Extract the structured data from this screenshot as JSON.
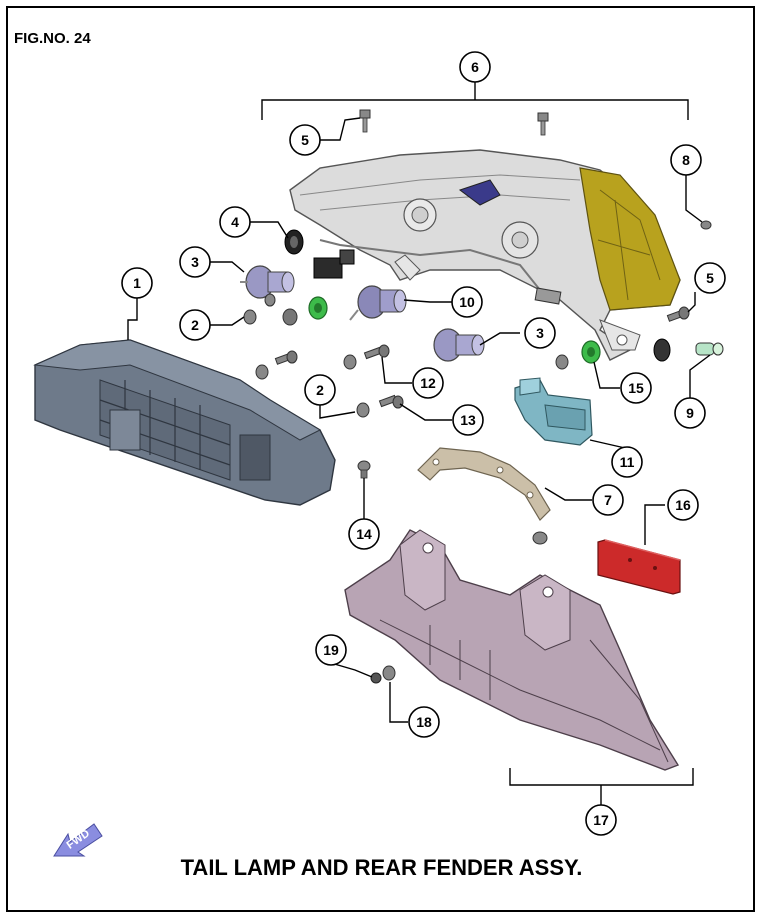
{
  "figure": {
    "fig_no": "FIG.NO. 24",
    "title": "TAIL LAMP AND REAR FENDER ASSY.",
    "fwd_label": "FWD"
  },
  "callouts": [
    {
      "id": "c6",
      "label": "6"
    },
    {
      "id": "c5a",
      "label": "5"
    },
    {
      "id": "c8",
      "label": "8"
    },
    {
      "id": "c4",
      "label": "4"
    },
    {
      "id": "c3a",
      "label": "3"
    },
    {
      "id": "c1",
      "label": "1"
    },
    {
      "id": "c2a",
      "label": "2"
    },
    {
      "id": "c10",
      "label": "10"
    },
    {
      "id": "c5b",
      "label": "5"
    },
    {
      "id": "c3b",
      "label": "3"
    },
    {
      "id": "c15",
      "label": "15"
    },
    {
      "id": "c9",
      "label": "9"
    },
    {
      "id": "c12",
      "label": "12"
    },
    {
      "id": "c2b",
      "label": "2"
    },
    {
      "id": "c13",
      "label": "13"
    },
    {
      "id": "c11",
      "label": "11"
    },
    {
      "id": "c7",
      "label": "7"
    },
    {
      "id": "c16",
      "label": "16"
    },
    {
      "id": "c14",
      "label": "14"
    },
    {
      "id": "c19",
      "label": "19"
    },
    {
      "id": "c18",
      "label": "18"
    },
    {
      "id": "c17",
      "label": "17"
    }
  ],
  "colors": {
    "tail_lamp_body": "#dcdcdc",
    "tail_lamp_lens": "#b8a21e",
    "bracket_1": "#6e7a8a",
    "socket": "#9a98c4",
    "grommet_green": "#3dbb4a",
    "bracket_11": "#7fb6c4",
    "stay_7": "#cbbfa8",
    "reflector_16": "#cc2a2a",
    "fender_17": "#b8a4b4",
    "fwd_arrow": "#8a8de0"
  }
}
